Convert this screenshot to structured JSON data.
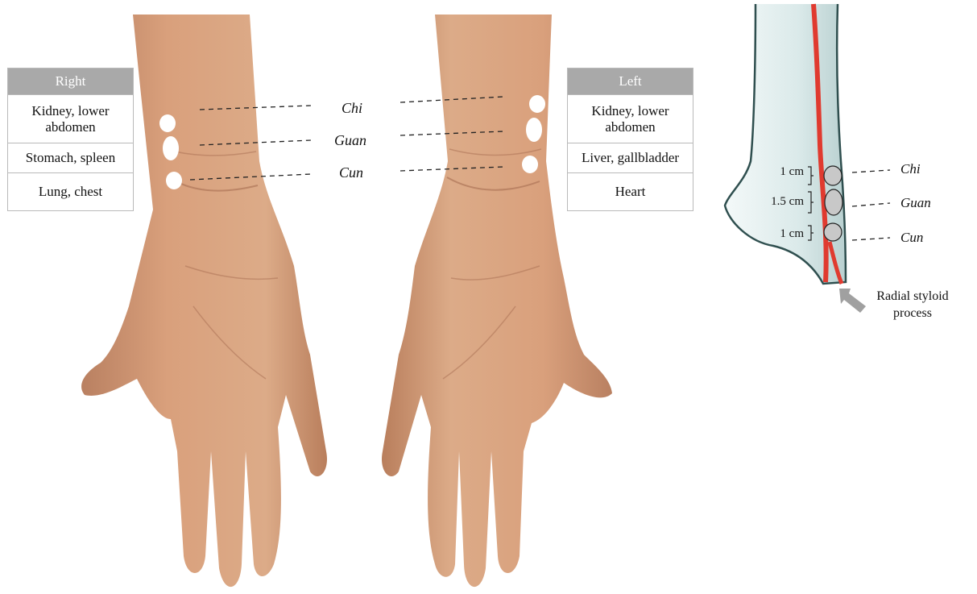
{
  "right_table": {
    "header": "Right",
    "rows": [
      "Kidney, lower abdomen",
      "Stomach, spleen",
      "Lung, chest"
    ]
  },
  "left_table": {
    "header": "Left",
    "rows": [
      "Kidney, lower abdomen",
      "Liver, gallbladder",
      "Heart"
    ]
  },
  "pulse_positions": [
    "Chi",
    "Guan",
    "Cun"
  ],
  "radial_diagram": {
    "position_labels": [
      "Chi",
      "Guan",
      "Cun"
    ],
    "distances": [
      "1 cm",
      "1.5 cm",
      "1 cm"
    ],
    "styloid_label": "Radial styloid process"
  },
  "colors": {
    "skin": "#d9a07c",
    "skin_shadow": "#b97e5c",
    "table_header": "#a9a9a9",
    "artery": "#e03a2f",
    "bone_outline": "#2f4f4f",
    "bone_fill": "#e3efef",
    "marker_gray": "#c8c8c8",
    "arrow_gray": "#a0a0a0"
  }
}
